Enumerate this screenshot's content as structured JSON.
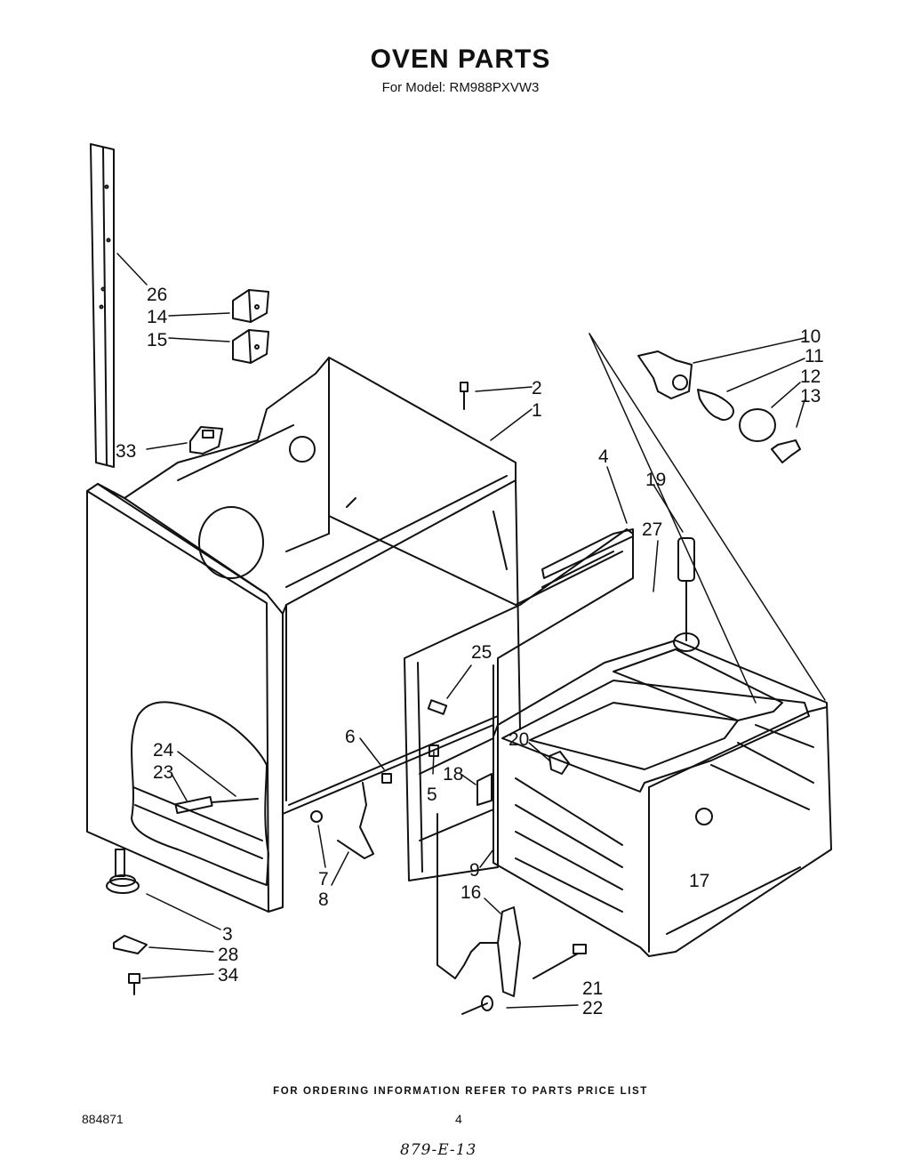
{
  "title": "OVEN PARTS",
  "subtitle": "For Model: RM988PXVW3",
  "callouts": [
    "26",
    "14",
    "15",
    "33",
    "2",
    "1",
    "10",
    "11",
    "12",
    "13",
    "4",
    "19",
    "27",
    "25",
    "24",
    "23",
    "6",
    "18",
    "5",
    "20",
    "7",
    "8",
    "9",
    "16",
    "17",
    "3",
    "28",
    "34",
    "21",
    "22"
  ],
  "footer": "FOR ORDERING INFORMATION REFER TO PARTS PRICE LIST",
  "doc_number": "884871",
  "page_number": "4",
  "handwritten_note": "879-E-13"
}
